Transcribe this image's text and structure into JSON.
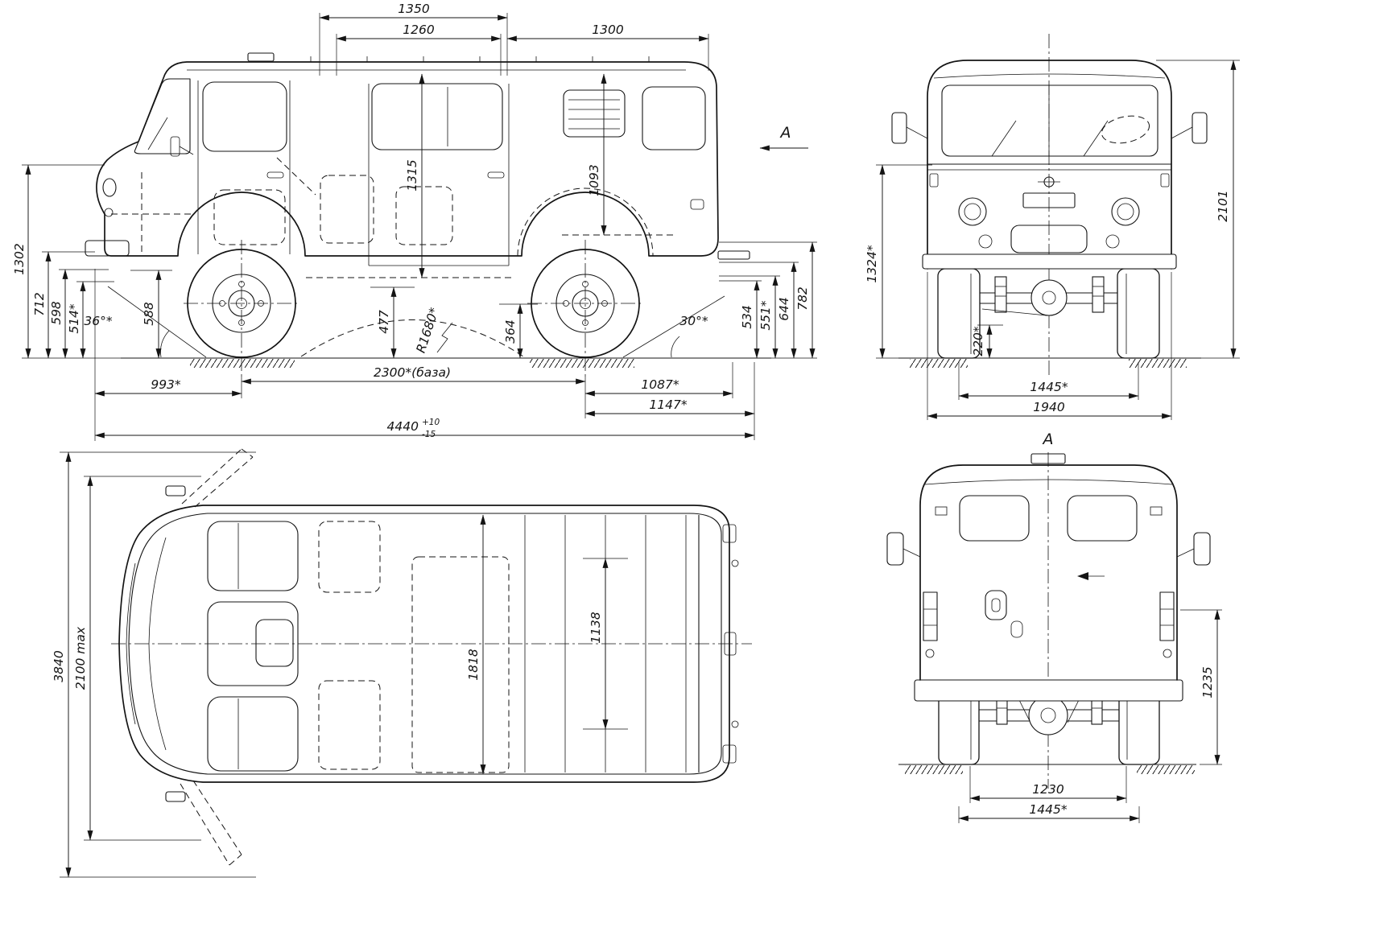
{
  "meta": {
    "background": "#ffffff",
    "ink": "#141414"
  },
  "drawing": {
    "side": {
      "dim_1350": "1350",
      "dim_1260": "1260",
      "dim_1300": "1300",
      "dim_1315": "1315",
      "dim_1093": "1093",
      "dim_1302": "1302",
      "dim_712": "712",
      "dim_598": "598",
      "dim_514": "514*",
      "dim_588": "588",
      "angle_front": "36°*",
      "dim_477": "477",
      "radius": "R1680*",
      "dim_364": "364",
      "angle_rear": "30°*",
      "dim_534": "534",
      "dim_551": "551*",
      "dim_644": "644",
      "dim_782": "782",
      "dim_993": "993*",
      "dim_wheelbase": "2300*(база)",
      "dim_1087": "1087*",
      "dim_1147": "1147*",
      "dim_4440": "4440",
      "tol_plus": "+10",
      "tol_minus": "-15",
      "view_arrow_label": "A"
    },
    "front": {
      "dim_2101": "2101",
      "dim_1324": "1324*",
      "dim_220": "220*",
      "dim_1445": "1445*",
      "dim_1940": "1940"
    },
    "top": {
      "dim_3840": "3840",
      "dim_2100": "2100 max",
      "dim_1818": "1818",
      "dim_1138": "1138"
    },
    "rear": {
      "view_label": "A",
      "dim_1235": "1235",
      "dim_1230": "1230",
      "dim_1445": "1445*"
    }
  }
}
